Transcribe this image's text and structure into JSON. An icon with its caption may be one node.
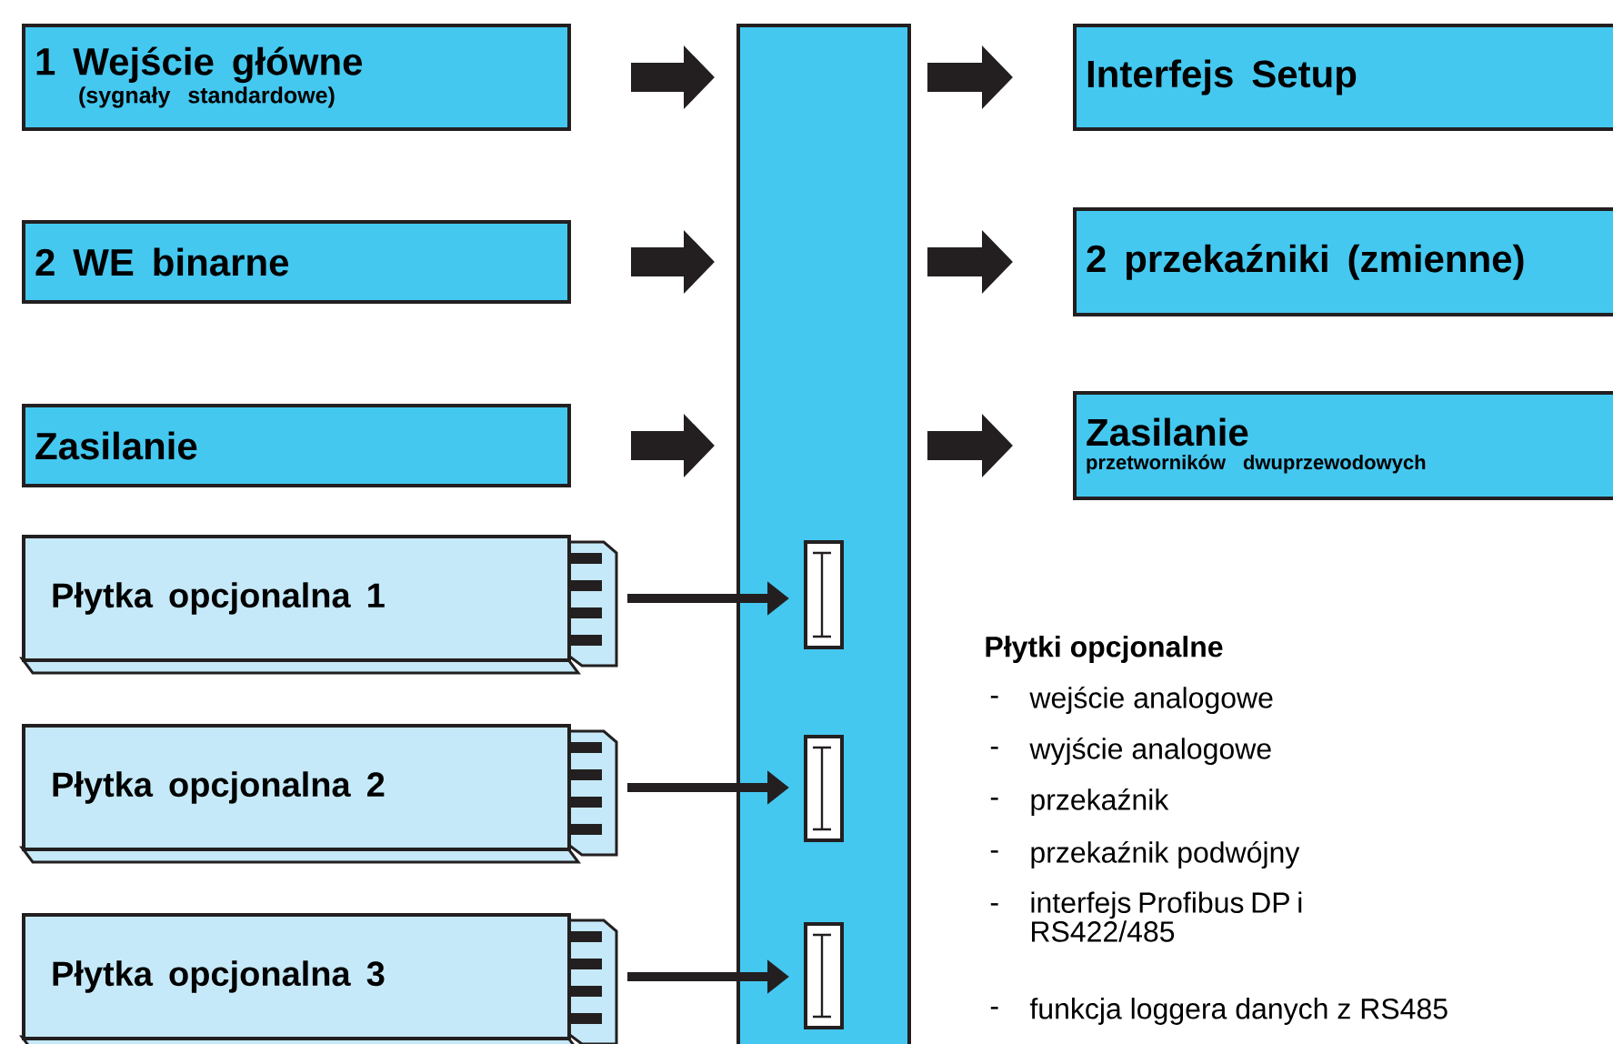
{
  "diagram": {
    "nodes": [
      {
        "text": [
          "1 Wejście główne",
          "(sygnały standardowe)"
        ]
      },
      {
        "text": [
          "2 WE binarne"
        ]
      },
      {
        "text": [
          "Zasilanie"
        ]
      },
      {
        "text": [
          "Płytka opcjonalna 1"
        ]
      },
      {
        "text": [
          "Płytka opcjonalna 2"
        ]
      },
      {
        "text": [
          "Płytka opcjonalna 3"
        ]
      },
      {
        "text": [],
        "shape": "bar"
      },
      {
        "text": [],
        "shape": "box",
        "in": 6
      },
      {
        "text": [],
        "shape": "box",
        "in": 6
      },
      {
        "text": [],
        "shape": "box",
        "in": 6
      },
      {
        "text": [
          "Interfejs Setup"
        ]
      },
      {
        "text": [
          "2 przekaźniki (zmienne)"
        ]
      },
      {
        "text": [
          "Zasilanie",
          "przetworników dwuprzewodowych"
        ]
      }
    ],
    "edges": [
      {
        "from": 0,
        "to": 6,
        "arrow": "to"
      },
      {
        "from": 1,
        "to": 6,
        "arrow": "to"
      },
      {
        "from": 2,
        "to": 6,
        "arrow": "to"
      },
      {
        "from": 3,
        "to": 7,
        "arrow": "to"
      },
      {
        "from": 4,
        "to": 8,
        "arrow": "to"
      },
      {
        "from": 5,
        "to": 9,
        "arrow": "to"
      },
      {
        "from": 6,
        "to": 10,
        "arrow": "to"
      },
      {
        "from": 6,
        "to": 11,
        "arrow": "to"
      },
      {
        "from": 6,
        "to": 12,
        "arrow": "to"
      }
    ],
    "labels": [
      "Płytki opcjonalne",
      "-",
      "wejście analogowe",
      "-",
      "wyjście analogowe",
      "-",
      "przekaźnik",
      "-",
      "przekaźnik podwójny",
      "-",
      "interfejs Profibus DP i RS422/485",
      "-",
      "funkcja loggera danych z RS485"
    ]
  }
}
